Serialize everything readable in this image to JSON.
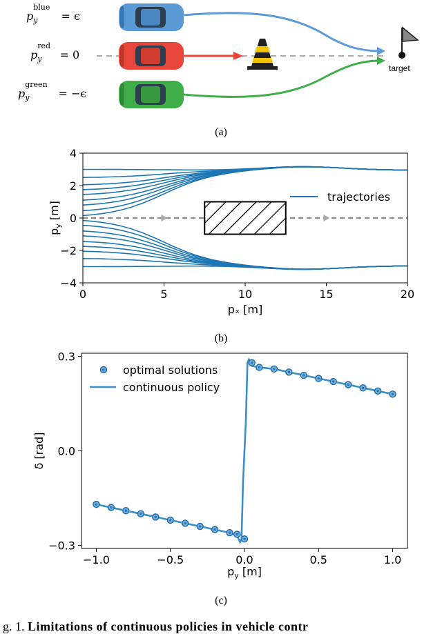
{
  "panel_a": {
    "labels": [
      {
        "base": "p",
        "sub": "y",
        "sup": "blue",
        "rhs": "= ϵ"
      },
      {
        "base": "p",
        "sub": "y",
        "sup": "red",
        "rhs": "= 0"
      },
      {
        "base": "p",
        "sub": "y",
        "sup": "green",
        "rhs": "= −ϵ"
      }
    ],
    "target_label": "target",
    "colors": {
      "blue": "#5b9bd5",
      "red": "#e8463a",
      "green": "#3fae49",
      "cone": "#222222",
      "cone_stripe": "#f5c400"
    },
    "caption": "(a)"
  },
  "panel_b": {
    "caption": "(b)"
  },
  "panel_c": {
    "caption": "(c)"
  },
  "footer": {
    "prefix": "g. 1.",
    "bold": "Limitations of continuous policies in vehicle contr"
  },
  "chart_data": [
    {
      "type": "line",
      "xlabel": "pₓ [m]",
      "ylabel": "p_y [m]",
      "xlim": [
        0,
        20
      ],
      "ylim": [
        -4,
        4
      ],
      "xticks": [
        0,
        5,
        10,
        15,
        20
      ],
      "yticks": [
        -4,
        -2,
        0,
        2,
        4
      ],
      "legend": {
        "entries": [
          "trajectories"
        ],
        "placement": "right"
      },
      "series_color": "#1f77b4",
      "trajectories_start_y": [
        0.15,
        0.45,
        0.8,
        1.1,
        1.45,
        1.75,
        2.05,
        2.5,
        3.0,
        -0.15,
        -0.45,
        -0.8,
        -1.1,
        -1.45,
        -1.75,
        -2.05,
        -2.5,
        -3.0
      ],
      "final_y": [
        2.95,
        -2.95
      ],
      "obstacle": {
        "x": [
          7.5,
          12.5
        ],
        "y": [
          -1,
          1
        ]
      },
      "reference_line_y": 0
    },
    {
      "type": "scatter",
      "xlabel": "p_y [m]",
      "ylabel": "δ [rad]",
      "xlim": [
        -1.1,
        1.1
      ],
      "ylim": [
        -0.31,
        0.31
      ],
      "xticks": [
        -1.0,
        -0.5,
        0.0,
        0.5,
        1.0
      ],
      "yticks": [
        -0.3,
        0.0,
        0.3
      ],
      "xtick_labels": [
        "−1.0",
        "−0.5",
        "0.0",
        "0.5",
        "1.0"
      ],
      "ytick_labels": [
        "−0.3",
        "0.0",
        "0.3"
      ],
      "legend": {
        "entries": [
          "optimal solutions",
          "continuous policy"
        ],
        "placement": "upper-left"
      },
      "series": [
        {
          "name": "optimal solutions",
          "x": [
            -1.0,
            -0.9,
            -0.8,
            -0.7,
            -0.6,
            -0.5,
            -0.4,
            -0.3,
            -0.2,
            -0.1,
            -0.05,
            0.0,
            0.05,
            0.1,
            0.2,
            0.3,
            0.4,
            0.5,
            0.6,
            0.7,
            0.8,
            0.9,
            1.0
          ],
          "y": [
            -0.17,
            -0.18,
            -0.19,
            -0.2,
            -0.21,
            -0.22,
            -0.23,
            -0.24,
            -0.25,
            -0.26,
            -0.265,
            -0.28,
            0.28,
            0.265,
            0.26,
            0.25,
            0.24,
            0.23,
            0.22,
            0.21,
            0.2,
            0.19,
            0.18
          ]
        },
        {
          "name": "continuous policy",
          "x": [
            -1.0,
            -0.9,
            -0.8,
            -0.7,
            -0.6,
            -0.5,
            -0.4,
            -0.3,
            -0.2,
            -0.1,
            -0.05,
            -0.03,
            -0.02,
            -0.01,
            0.0,
            0.01,
            0.02,
            0.03,
            0.05,
            0.1,
            0.2,
            0.3,
            0.4,
            0.5,
            0.6,
            0.7,
            0.8,
            0.9,
            1.0
          ],
          "y": [
            -0.17,
            -0.18,
            -0.19,
            -0.2,
            -0.21,
            -0.22,
            -0.23,
            -0.24,
            -0.25,
            -0.26,
            -0.27,
            -0.29,
            -0.28,
            -0.1,
            0.0,
            0.1,
            0.28,
            0.29,
            0.27,
            0.265,
            0.26,
            0.25,
            0.24,
            0.23,
            0.22,
            0.21,
            0.2,
            0.19,
            0.18
          ]
        }
      ],
      "colors": {
        "line": "#3a8fc8",
        "marker_face": "#2b6ea8",
        "marker_edge": "#6fb2e0"
      }
    }
  ]
}
